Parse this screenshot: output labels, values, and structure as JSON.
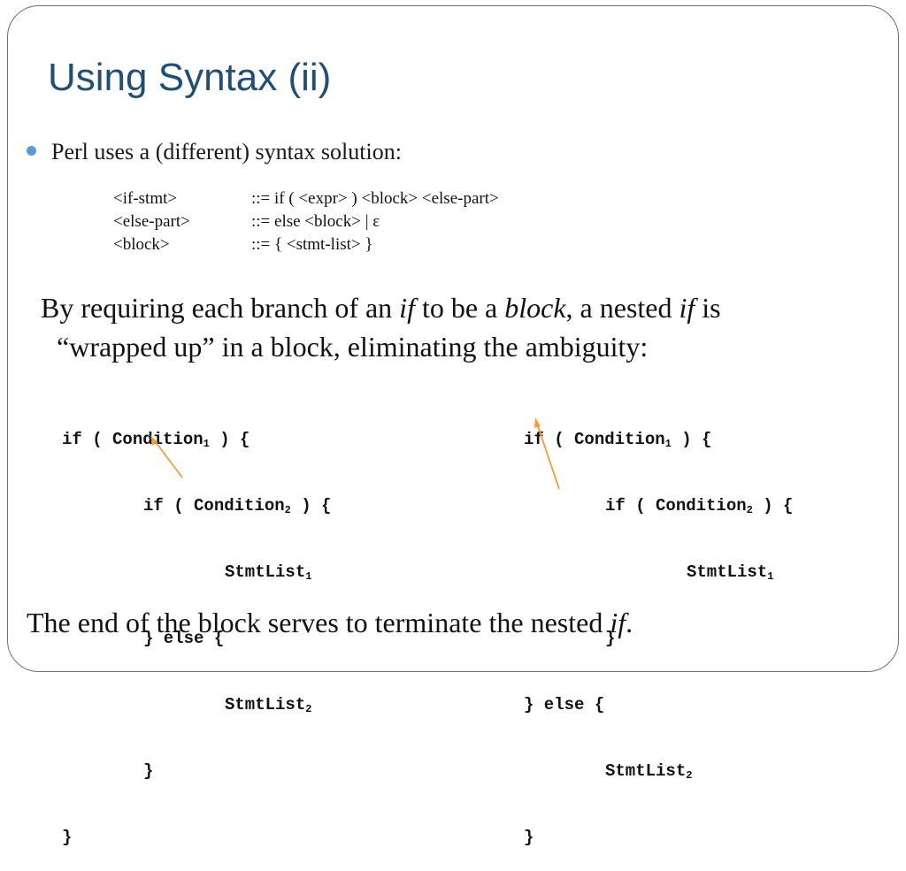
{
  "slide": {
    "title": "Using Syntax (ii)",
    "bullet": "Perl uses a (different) syntax solution:",
    "grammar": [
      {
        "lhs": "<if-stmt>",
        "rhs": "::=  if ( <expr> ) <block> <else-part>"
      },
      {
        "lhs": "<else-part>",
        "rhs": "::=  else <block> | ε"
      },
      {
        "lhs": "<block>",
        "rhs": "::=  { <stmt-list> }"
      }
    ],
    "paragraph": {
      "p1": "By requiring each branch of an ",
      "p2": "if",
      "p3": " to be a ",
      "p4": "block",
      "p5": ", a nested ",
      "p6": "if",
      "p7": " is",
      "p8": "“wrapped up” in a block, eliminating the ambiguity:"
    },
    "code_left": {
      "l1a": "if ( Condition",
      "l1s": "1",
      "l1b": " ) {",
      "l2a": "if ( Condition",
      "l2s": "2",
      "l2b": " ) {",
      "l3a": "StmtList",
      "l3s": "1",
      "l4": "} else {",
      "l5a": "StmtList",
      "l5s": "2",
      "l6": "}",
      "l7": "}"
    },
    "code_right": {
      "l1a": "if ( Condition",
      "l1s": "1",
      "l1b": " ) {",
      "l2a": "if ( Condition",
      "l2s": "2",
      "l2b": " ) {",
      "l3a": "StmtList",
      "l3s": "1",
      "l4": "}",
      "l5": "} else {",
      "l6a": "StmtList",
      "l6s": "2",
      "l7": "}"
    },
    "footer": {
      "f1": "The end of the block serves to terminate the nested ",
      "f2": "if",
      "f3": "."
    },
    "colors": {
      "title": "#1f4e79",
      "bullet": "#5b9bd5",
      "arrow": "#f0a030"
    }
  }
}
